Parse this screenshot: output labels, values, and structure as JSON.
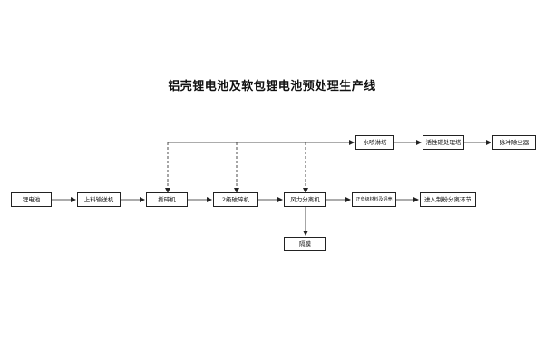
{
  "title": "铝壳锂电池及软包锂电池预处理生产线",
  "nodes": {
    "lithium_battery": "锂电池",
    "feeding_conveyor": "上料输送机",
    "tearing_crusher": "撕碎机",
    "secondary_crusher": "2级破碎机",
    "air_separator": "风力分离机",
    "cathode_material": "正负级材料及铝壳",
    "grinding_separation": "进入制粉分离环节",
    "diaphragm": "隔膜",
    "water_spray_tower": "水喷淋塔",
    "activated_carbon_tower": "活性碳处理塔",
    "pulse_dust_collector": "脉冲除尘器"
  },
  "colors": {
    "line": "#222222",
    "border": "#222222"
  }
}
